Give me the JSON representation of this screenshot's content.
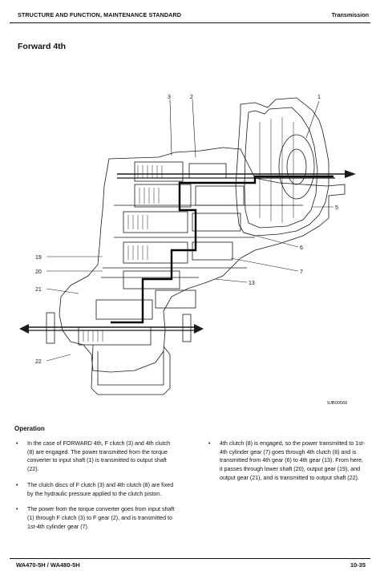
{
  "header": {
    "section": "STRUCTURE AND FUNCTION, MAINTENANCE STANDARD",
    "chapter": "Transmission"
  },
  "title": "Forward 4th",
  "figure": {
    "callouts": [
      "1",
      "2",
      "3",
      "5",
      "6",
      "7",
      "13",
      "19",
      "20",
      "21",
      "22"
    ],
    "figure_code": "9JB00560"
  },
  "operation": {
    "heading": "Operation",
    "left_bullets": [
      "In the case of FORWARD 4th, F clutch (3) and 4th clutch (8) are engaged. The power transmitted from the torque converter to input shaft (1) is transmitted to output shaft (22).",
      "The clutch discs of F clutch (3) and 4th clutch (8) are fixed by the hydraulic pressure applied to the clutch piston.",
      "The power from the torque converter goes from input shaft (1) through F clutch (3) to F gear (2), and is transmitted to 1st-4th cylinder gear (7)."
    ],
    "right_bullets": [
      "4th clutch (8) is engaged, so the power transmitted to 1st-4th cylinder gear (7) goes through 4th clutch (8) and is transmitted from 4th gear (6) to 4th gear (13). From here, it passes through lower shaft (20), output gear (19), and output gear (21), and is transmitted to output shaft (22)."
    ]
  },
  "footer": {
    "model": "WA470-5H / WA480-5H",
    "page": "10-35"
  }
}
